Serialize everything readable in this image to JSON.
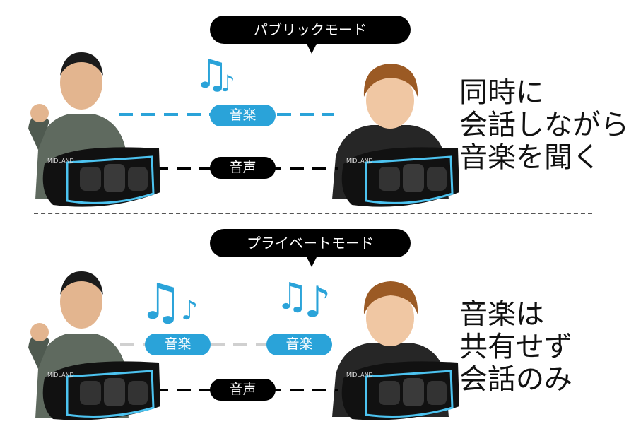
{
  "top_panel": {
    "mode_label": "パブリックモード",
    "music_label": "音楽",
    "voice_label": "音声",
    "caption": "同時に\n会話しながら\n音楽を聞く"
  },
  "bottom_panel": {
    "mode_label": "プライベートモード",
    "music_label_left": "音楽",
    "music_label_right": "音楽",
    "voice_label": "音声",
    "caption": "音楽は\n共有せず\n会話のみ"
  },
  "device_brand": "MIDLAND",
  "colors": {
    "accent": "#2aa3d9",
    "dark": "#000000",
    "muted_line": "#d0d0d0"
  },
  "icons": [
    "person-icon",
    "headset-device-icon",
    "music-note-icon"
  ]
}
